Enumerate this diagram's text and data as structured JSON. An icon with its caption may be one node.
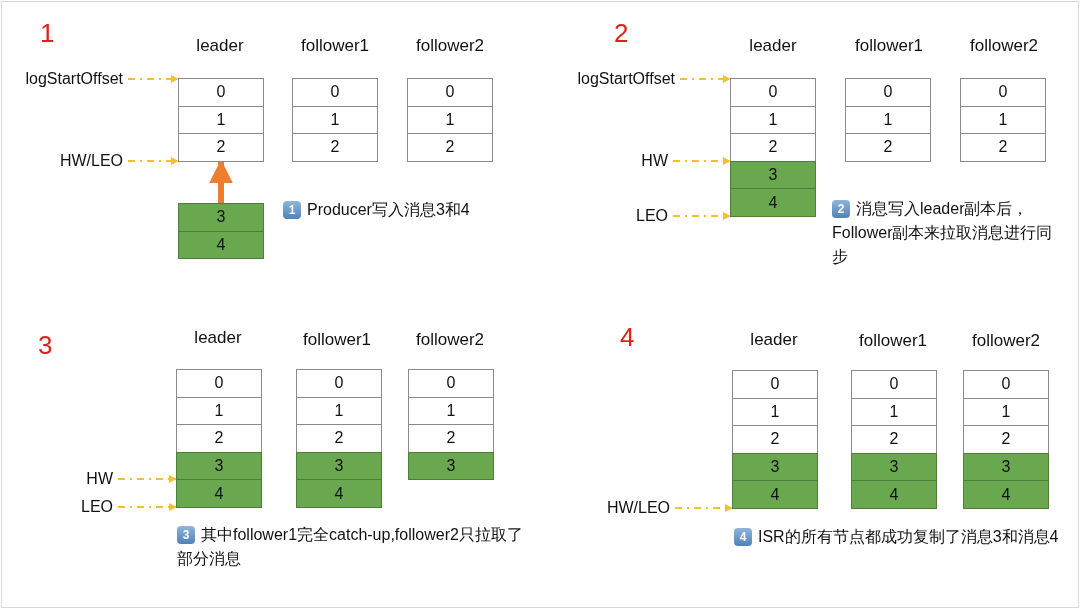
{
  "diagram": {
    "nodes": [
      {
        "text": [
          "logStartOffset"
        ]
      },
      {
        "text": [
          "HW/LEO"
        ]
      },
      {
        "text": [
          "0"
        ]
      },
      {
        "text": [
          "1"
        ]
      },
      {
        "text": [
          "2"
        ]
      },
      {
        "text": [
          "0"
        ]
      },
      {
        "text": [
          "1"
        ]
      },
      {
        "text": [
          "2"
        ]
      },
      {
        "text": [
          "0"
        ]
      },
      {
        "text": [
          "1"
        ]
      },
      {
        "text": [
          "2"
        ]
      },
      {
        "text": [
          "3"
        ]
      },
      {
        "text": [
          "4"
        ]
      },
      {
        "text": [
          "logStartOffset"
        ]
      },
      {
        "text": [
          "HW"
        ]
      },
      {
        "text": [
          "LEO"
        ]
      },
      {
        "text": [
          "0"
        ]
      },
      {
        "text": [
          "1"
        ]
      },
      {
        "text": [
          "2"
        ]
      },
      {
        "text": [
          "3"
        ]
      },
      {
        "text": [
          "4"
        ]
      },
      {
        "text": [
          "0"
        ]
      },
      {
        "text": [
          "1"
        ]
      },
      {
        "text": [
          "2"
        ]
      },
      {
        "text": [
          "0"
        ]
      },
      {
        "text": [
          "1"
        ]
      },
      {
        "text": [
          "2"
        ]
      },
      {
        "text": [
          "HW"
        ]
      },
      {
        "text": [
          "LEO"
        ]
      },
      {
        "text": [
          "0"
        ]
      },
      {
        "text": [
          "1"
        ]
      },
      {
        "text": [
          "2"
        ]
      },
      {
        "text": [
          "3"
        ]
      },
      {
        "text": [
          "4"
        ]
      },
      {
        "text": [
          "0"
        ]
      },
      {
        "text": [
          "1"
        ]
      },
      {
        "text": [
          "2"
        ]
      },
      {
        "text": [
          "3"
        ]
      },
      {
        "text": [
          "4"
        ]
      },
      {
        "text": [
          "0"
        ]
      },
      {
        "text": [
          "1"
        ]
      },
      {
        "text": [
          "2"
        ]
      },
      {
        "text": [
          "3"
        ]
      },
      {
        "text": [
          "HW/LEO"
        ]
      },
      {
        "text": [
          "0"
        ]
      },
      {
        "text": [
          "1"
        ]
      },
      {
        "text": [
          "2"
        ]
      },
      {
        "text": [
          "3"
        ]
      },
      {
        "text": [
          "4"
        ]
      },
      {
        "text": [
          "0"
        ]
      },
      {
        "text": [
          "1"
        ]
      },
      {
        "text": [
          "2"
        ]
      },
      {
        "text": [
          "3"
        ]
      },
      {
        "text": [
          "4"
        ]
      },
      {
        "text": [
          "0"
        ]
      },
      {
        "text": [
          "1"
        ]
      },
      {
        "text": [
          "2"
        ]
      },
      {
        "text": [
          "3"
        ]
      },
      {
        "text": [
          "4"
        ]
      }
    ],
    "edges": [
      {
        "from": 0,
        "to": 2,
        "arrow": "to",
        "style": "dashed"
      },
      {
        "from": 1,
        "to": 4,
        "arrow": "to",
        "style": "dashed"
      },
      {
        "from": 11,
        "to": 4,
        "arrow": "to",
        "style": "thick",
        "color": "#ed7d31"
      },
      {
        "from": 13,
        "to": 16,
        "arrow": "to",
        "style": "dashed"
      },
      {
        "from": 14,
        "to": 19,
        "arrow": "to",
        "style": "dashed"
      },
      {
        "from": 15,
        "to": 20,
        "arrow": "to",
        "style": "dashed"
      },
      {
        "from": 27,
        "to": 32,
        "arrow": "to",
        "style": "dashed"
      },
      {
        "from": 28,
        "to": 33,
        "arrow": "to",
        "style": "dashed"
      },
      {
        "from": 43,
        "to": 48,
        "arrow": "to",
        "style": "dashed"
      }
    ],
    "labels": [
      "1",
      "leader",
      "follower1",
      "follower2",
      "1",
      "Producer写入消息3和4",
      "2",
      "leader",
      "follower1",
      "follower2",
      "2",
      "消息写入leader副本后，Follower副本来拉取消息进行同步",
      "3",
      "leader",
      "follower1",
      "follower2",
      "3",
      "其中follower1完全catch-up,follower2只拉取了部分消息",
      "4",
      "leader",
      "follower1",
      "follower2",
      "4",
      "ISR的所有节点都成功复制了消息3和消息4"
    ]
  }
}
